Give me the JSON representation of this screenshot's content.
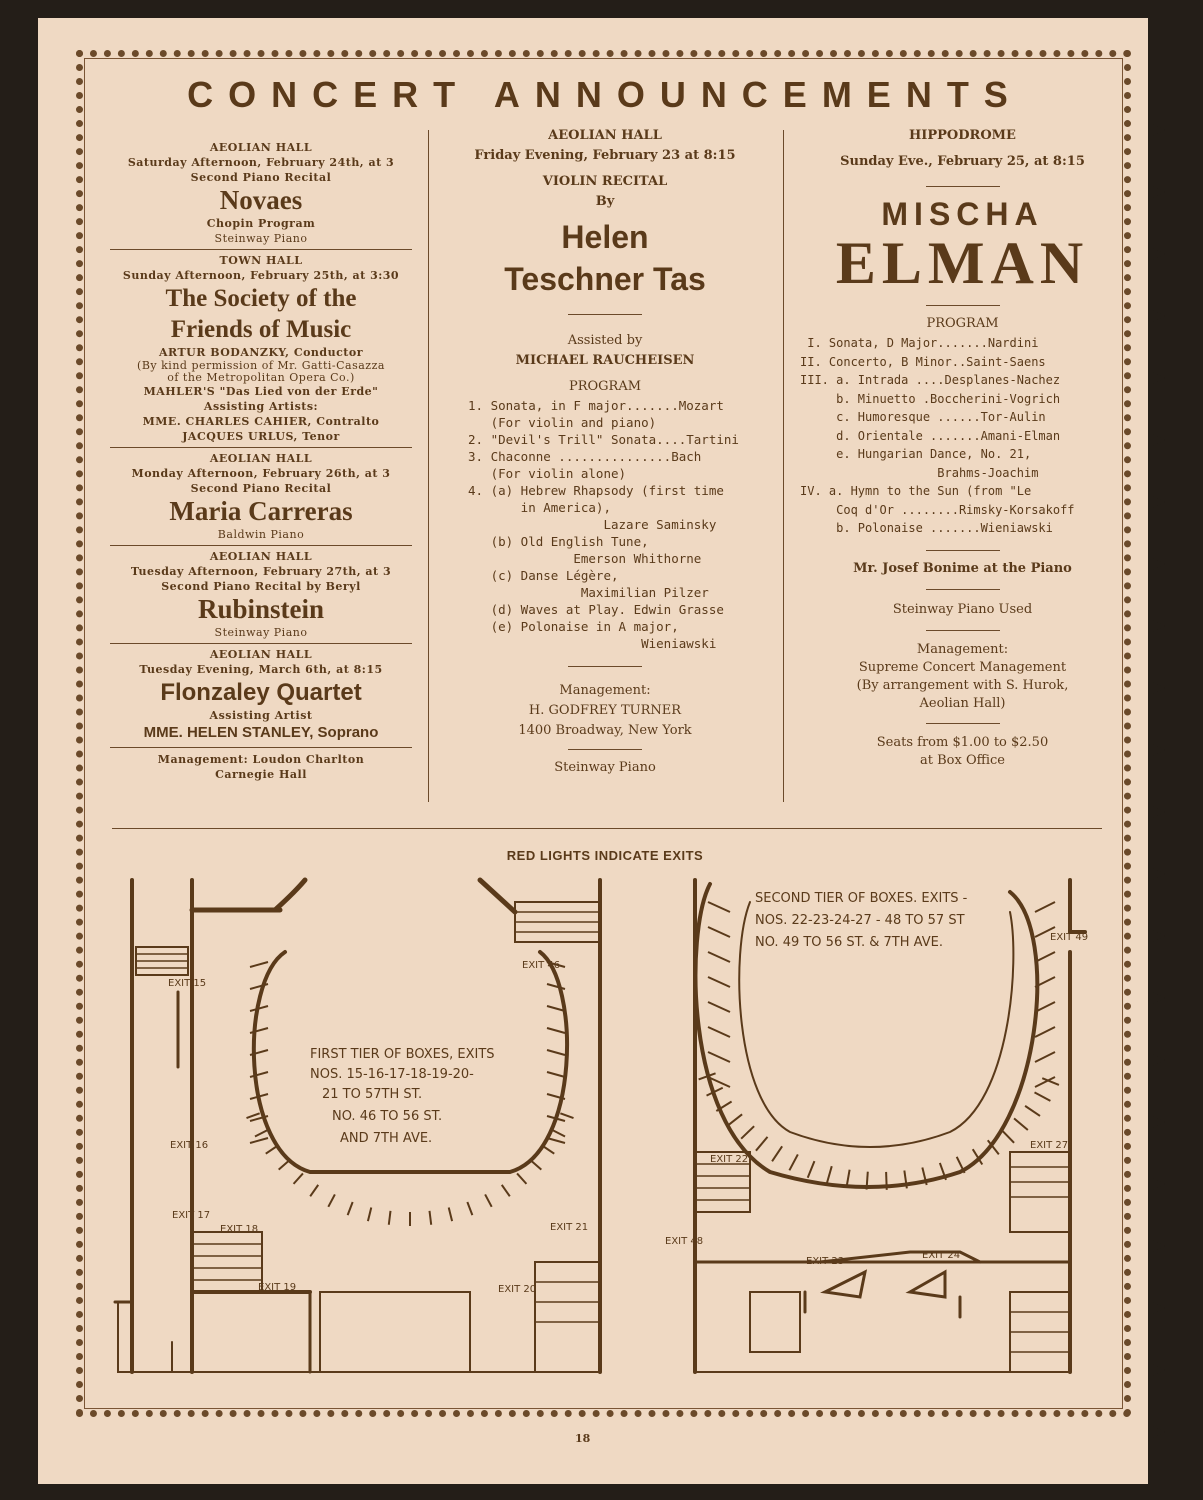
{
  "header": {
    "title": "CONCERT ANNOUNCEMENTS"
  },
  "left": {
    "novaes": {
      "hall": "AEOLIAN HALL",
      "date": "Saturday Afternoon, February 24th, at 3",
      "type": "Second Piano Recital",
      "name": "Novaes",
      "program": "Chopin Program",
      "piano": "Steinway Piano"
    },
    "society": {
      "hall": "TOWN HALL",
      "date": "Sunday Afternoon, February 25th, at 3:30",
      "name1": "The Society of the",
      "name2": "Friends of Music",
      "conductor": "ARTUR BODANZKY, Conductor",
      "perm1": "(By kind permission of Mr. Gatti-Casazza",
      "perm2": "of the Metropolitan Opera Co.)",
      "work": "MAHLER'S \"Das Lied von der Erde\"",
      "assisting": "Assisting Artists:",
      "artist1": "MME. CHARLES CAHIER, Contralto",
      "artist2": "JACQUES URLUS, Tenor"
    },
    "carreras": {
      "hall": "AEOLIAN HALL",
      "date": "Monday Afternoon, February 26th, at 3",
      "type": "Second Piano Recital",
      "name": "Maria Carreras",
      "piano": "Baldwin Piano"
    },
    "rubinstein": {
      "hall": "AEOLIAN HALL",
      "date": "Tuesday Afternoon, February 27th, at 3",
      "type": "Second Piano Recital by Beryl",
      "name": "Rubinstein",
      "piano": "Steinway Piano"
    },
    "flonzaley": {
      "hall": "AEOLIAN HALL",
      "date": "Tuesday Evening, March 6th, at 8:15",
      "name": "Flonzaley Quartet",
      "assisting": "Assisting Artist",
      "artist": "MME. HELEN STANLEY, Soprano"
    },
    "management1": "Management: Loudon Charlton",
    "management2": "Carnegie Hall"
  },
  "center": {
    "hall": "AEOLIAN HALL",
    "date": "Friday Evening, February 23 at 8:15",
    "type": "VIOLIN RECITAL",
    "by": "By",
    "name1": "Helen",
    "name2": "Teschner Tas",
    "assisted": "Assisted by",
    "accompanist": "MICHAEL RAUCHEISEN",
    "program_heading": "PROGRAM",
    "program": [
      "1. Sonata, in F major.......Mozart",
      "   (For violin and piano)",
      "2. \"Devil's Trill\" Sonata....Tartini",
      "3. Chaconne ...............Bach",
      "   (For violin alone)",
      "4. (a) Hebrew Rhapsody (first time",
      "       in America),",
      "                  Lazare Saminsky",
      "   (b) Old English Tune,",
      "              Emerson Whithorne",
      "   (c) Danse Légère,",
      "               Maximilian Pilzer",
      "   (d) Waves at Play. Edwin Grasse",
      "   (e) Polonaise in A major,",
      "                       Wieniawski"
    ],
    "management": "Management:",
    "manager": "H. GODFREY TURNER",
    "address": "1400 Broadway, New York",
    "piano": "Steinway Piano"
  },
  "right": {
    "hall": "HIPPODROME",
    "date": "Sunday Eve., February 25, at 8:15",
    "name1": "MISCHA",
    "name2": "ELMAN",
    "program_heading": "PROGRAM",
    "program": [
      " I. Sonata, D Major.......Nardini",
      "II. Concerto, B Minor..Saint-Saens",
      "III. a. Intrada ....Desplanes-Nachez",
      "     b. Minuetto .Boccherini-Vogrich",
      "     c. Humoresque ......Tor-Aulin",
      "     d. Orientale .......Amani-Elman",
      "     e. Hungarian Dance, No. 21,",
      "                   Brahms-Joachim",
      "IV. a. Hymn to the Sun (from \"Le",
      "     Coq d'Or ........Rimsky-Korsakoff",
      "     b. Polonaise .......Wieniawski"
    ],
    "pianist": "Mr. Josef Bonime at the Piano",
    "piano": "Steinway Piano Used",
    "management": "Management:",
    "manager": "Supreme Concert Management",
    "arr1": "(By arrangement with S. Hurok,",
    "arr2": "Aeolian Hall)",
    "seats1": "Seats from $1.00 to $2.50",
    "seats2": "at Box Office"
  },
  "diagram": {
    "heading": "RED LIGHTS INDICATE EXITS",
    "first_tier": [
      "FIRST TIER OF BOXES, EXITS",
      "NOS. 15-16-17-18-19-20-",
      "21 TO 57TH ST.",
      "NO. 46 TO 56 ST.",
      "AND 7TH AVE."
    ],
    "second_tier": [
      "SECOND TIER OF BOXES. EXITS -",
      "NOS. 22-23-24-27 - 48 TO 57 ST",
      "NO. 49 TO 56 ST. & 7TH AVE."
    ],
    "exits": [
      "EXIT 15",
      "EXIT 16",
      "EXIT 17",
      "EXIT 18",
      "EXIT 19",
      "EXIT 20",
      "EXIT 21",
      "EXIT 46",
      "EXIT 22",
      "EXIT 48",
      "EXIT 23",
      "EXIT 24",
      "EXIT 27",
      "EXIT 49"
    ]
  },
  "footer": {
    "page_number": "18"
  },
  "colors": {
    "paper": "#efd9c3",
    "ink": "#5a3a1a",
    "background": "#241e18"
  }
}
